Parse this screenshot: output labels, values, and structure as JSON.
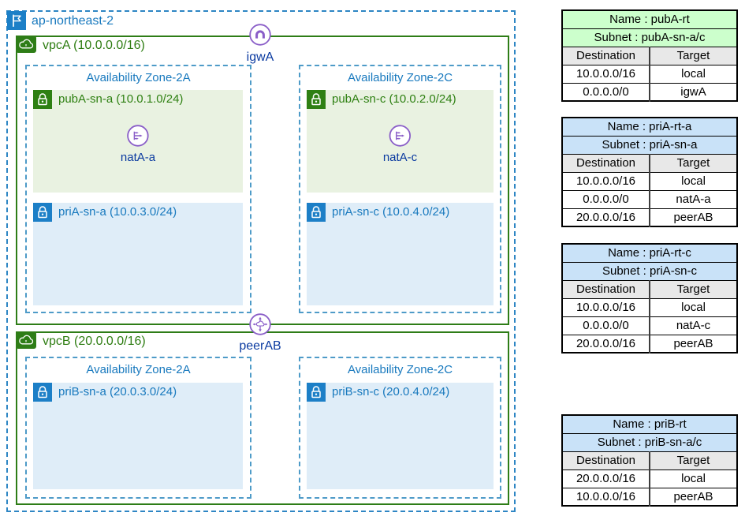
{
  "region": {
    "label": "ap-northeast-2"
  },
  "vpcA": {
    "label": "vpcA (10.0.0.0/16)",
    "igw_label": "igwA",
    "azs": [
      {
        "label": "Availability Zone-2A",
        "public_subnet": "pubA-sn-a (10.0.1.0/24)",
        "nat_label": "natA-a",
        "private_subnet": "priA-sn-a (10.0.3.0/24)"
      },
      {
        "label": "Availability Zone-2C",
        "public_subnet": "pubA-sn-c (10.0.2.0/24)",
        "nat_label": "natA-c",
        "private_subnet": "priA-sn-c (10.0.4.0/24)"
      }
    ]
  },
  "peering_label": "peerAB",
  "vpcB": {
    "label": "vpcB (20.0.0.0/16)",
    "azs": [
      {
        "label": "Availability Zone-2A",
        "private_subnet": "priB-sn-a (20.0.3.0/24)"
      },
      {
        "label": "Availability Zone-2C",
        "private_subnet": "priB-sn-c (20.0.4.0/24)"
      }
    ]
  },
  "route_tables": [
    {
      "title": "Name : pubA-rt",
      "subnet": "Subnet : pubA-sn-a/c",
      "columns": [
        "Destination",
        "Target"
      ],
      "rows": [
        [
          "10.0.0.0/16",
          "local"
        ],
        [
          "0.0.0.0/0",
          "igwA"
        ]
      ],
      "header_color": "#CCFFCC"
    },
    {
      "title": "Name : priA-rt-a",
      "subnet": "Subnet : priA-sn-a",
      "columns": [
        "Destination",
        "Target"
      ],
      "rows": [
        [
          "10.0.0.0/16",
          "local"
        ],
        [
          "0.0.0.0/0",
          "natA-a"
        ],
        [
          "20.0.0.0/16",
          "peerAB"
        ]
      ],
      "header_color": "#C9E2F8"
    },
    {
      "title": "Name : priA-rt-c",
      "subnet": "Subnet : priA-sn-c",
      "columns": [
        "Destination",
        "Target"
      ],
      "rows": [
        [
          "10.0.0.0/16",
          "local"
        ],
        [
          "0.0.0.0/0",
          "natA-c"
        ],
        [
          "20.0.0.0/16",
          "peerAB"
        ]
      ],
      "header_color": "#C9E2F8"
    },
    {
      "title": "Name : priB-rt",
      "subnet": "Subnet : priB-sn-a/c",
      "columns": [
        "Destination",
        "Target"
      ],
      "rows": [
        [
          "20.0.0.0/16",
          "local"
        ],
        [
          "10.0.0.0/16",
          "peerAB"
        ]
      ],
      "header_color": "#C9E2F8"
    }
  ],
  "colors": {
    "region_blue": "#1879BE",
    "az_border_blue": "#4E9BC8",
    "vpc_green": "#2E7D17",
    "public_subnet_bg": "#E9F2E1",
    "private_subnet_bg": "#DFEDF8",
    "subnet_lock_green": "#2E8013",
    "subnet_lock_blue": "#1C7FC7",
    "gateway_purple": "#8A5EC8",
    "gateway_label_navy": "#0A3AA0",
    "table_header_green": "#CCFFCC",
    "table_header_blue": "#C9E2F8",
    "table_header_gray": "#E8E8E8"
  }
}
